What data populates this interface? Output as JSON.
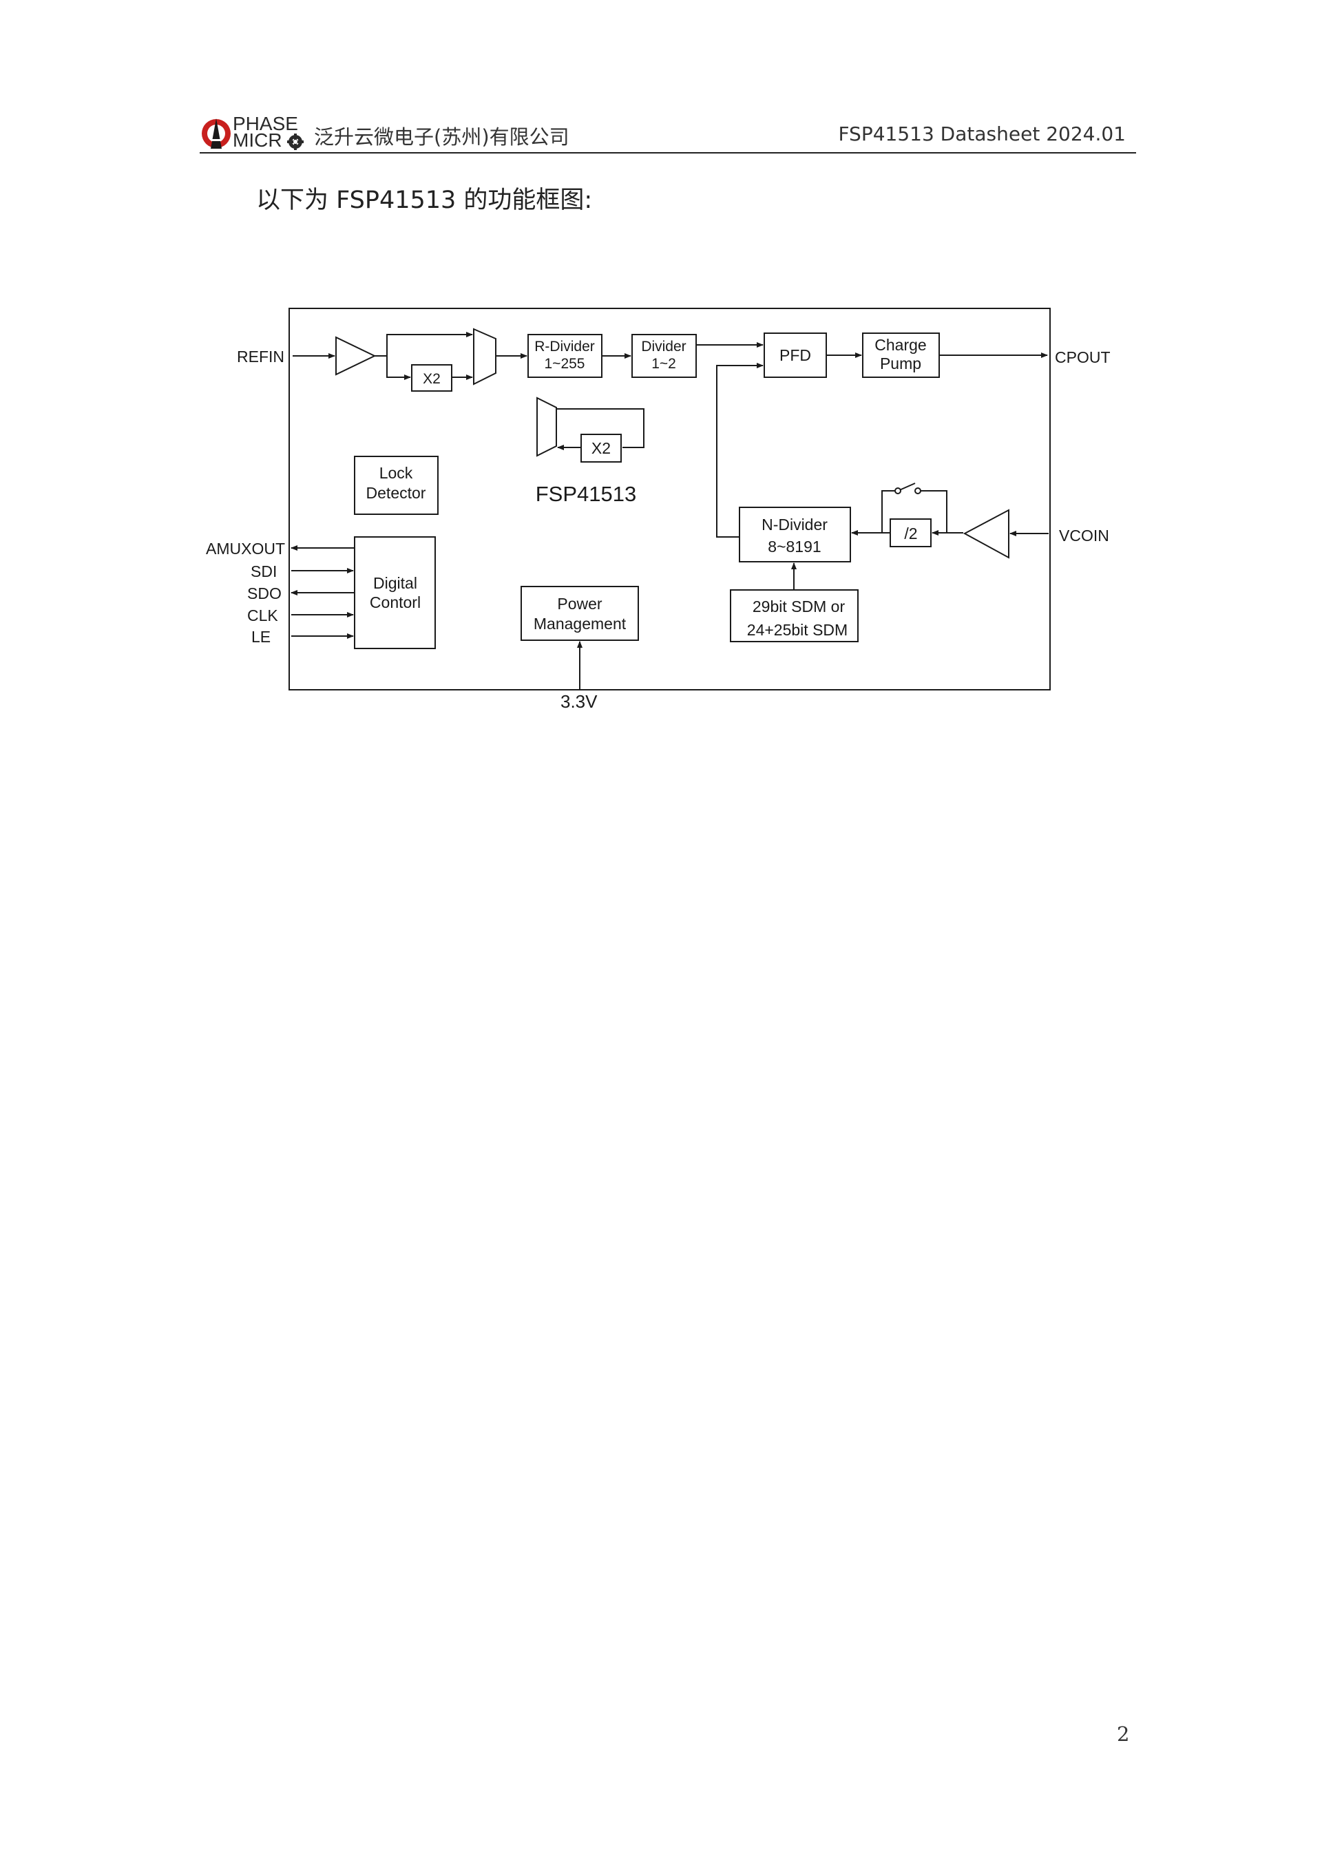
{
  "header": {
    "logo_line1": "PHASE",
    "logo_line2": "MICR",
    "company": "泛升云微电子(苏州)有限公司",
    "doc_title": "FSP41513 Datasheet 2024.01"
  },
  "intro": "以下为 FSP41513 的功能框图:",
  "diagram": {
    "chip_name": "FSP41513",
    "pins": {
      "refin": "REFIN",
      "cpout": "CPOUT",
      "vcoin": "VCOIN",
      "amuxout": "AMUXOUT",
      "sdi": "SDI",
      "sdo": "SDO",
      "clk": "CLK",
      "le": "LE",
      "supply": "3.3V"
    },
    "blocks": {
      "doubler_ref": "X2",
      "r_divider_1": "R-Divider",
      "r_divider_2": "1~255",
      "divider_1": "Divider",
      "divider_2": "1~2",
      "pfd": "PFD",
      "charge_pump_1": "Charge",
      "charge_pump_2": "Pump",
      "doubler_mid": "X2",
      "lock_detector_1": "Lock",
      "lock_detector_2": "Detector",
      "digital_control_1": "Digital",
      "digital_control_2": "Contorl",
      "power_management_1": "Power",
      "power_management_2": "Management",
      "n_divider_1": "N-Divider",
      "n_divider_2": "8~8191",
      "div2": "/2",
      "sdm_1": "29bit SDM or",
      "sdm_2": "24+25bit SDM"
    }
  },
  "page_number": "2"
}
